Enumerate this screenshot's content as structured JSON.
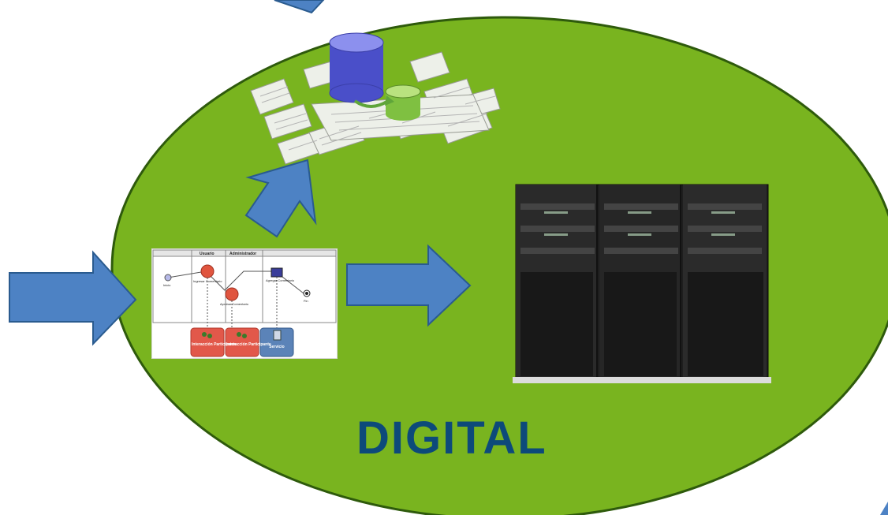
{
  "title": "DIGITAL",
  "colors": {
    "ellipse_fill": "#79b41f",
    "ellipse_stroke": "#2e5a0c",
    "arrow_fill": "#4d82c4",
    "arrow_stroke": "#2a5b8f",
    "title": "#0d4a7a"
  },
  "process_diagram": {
    "lanes": [
      "Usuario",
      "Administrador"
    ],
    "nodes": {
      "start": "Inicio",
      "task1": "Ingresar Comentario",
      "task2": "Aprobar Comentario",
      "task3": "Agregar Comentario",
      "end": "Fin"
    },
    "boxes": [
      {
        "label": "Interacción Participante",
        "color": "#e2584a"
      },
      {
        "label": "Interacción Participante",
        "color": "#e2584a"
      },
      {
        "label": "Servicio",
        "color": "#5b83b8"
      }
    ]
  },
  "icons": {
    "database": "database-icon",
    "server": "server-rack-icon"
  }
}
